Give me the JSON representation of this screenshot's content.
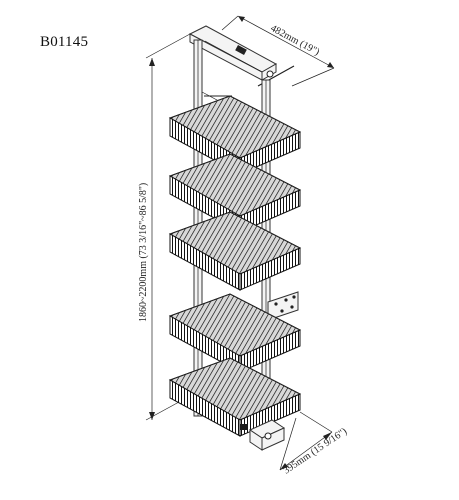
{
  "product": {
    "code": "B01145"
  },
  "dimensions": {
    "width_label": "482mm (19\")",
    "height_label": "1860~2200mm (73 3/16\"~86 5/8\")",
    "depth_label": "395mm (15 9/16\")"
  },
  "unit": {
    "basket_count": 5
  }
}
